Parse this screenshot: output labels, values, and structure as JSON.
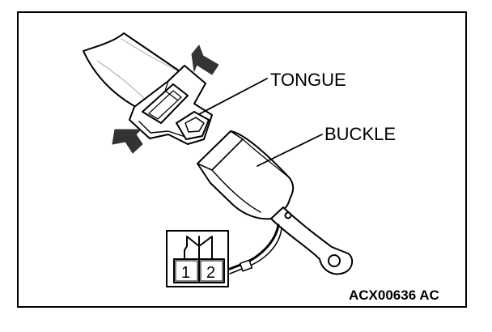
{
  "labels": {
    "tongue": "TONGUE",
    "buckle": "BUCKLE",
    "figure_code": "ACX00636 AC"
  },
  "connector": {
    "pin_1": "1",
    "pin_2": "2"
  },
  "colors": {
    "ink": "#000000",
    "arrow": "#333333",
    "paper": "#ffffff"
  }
}
